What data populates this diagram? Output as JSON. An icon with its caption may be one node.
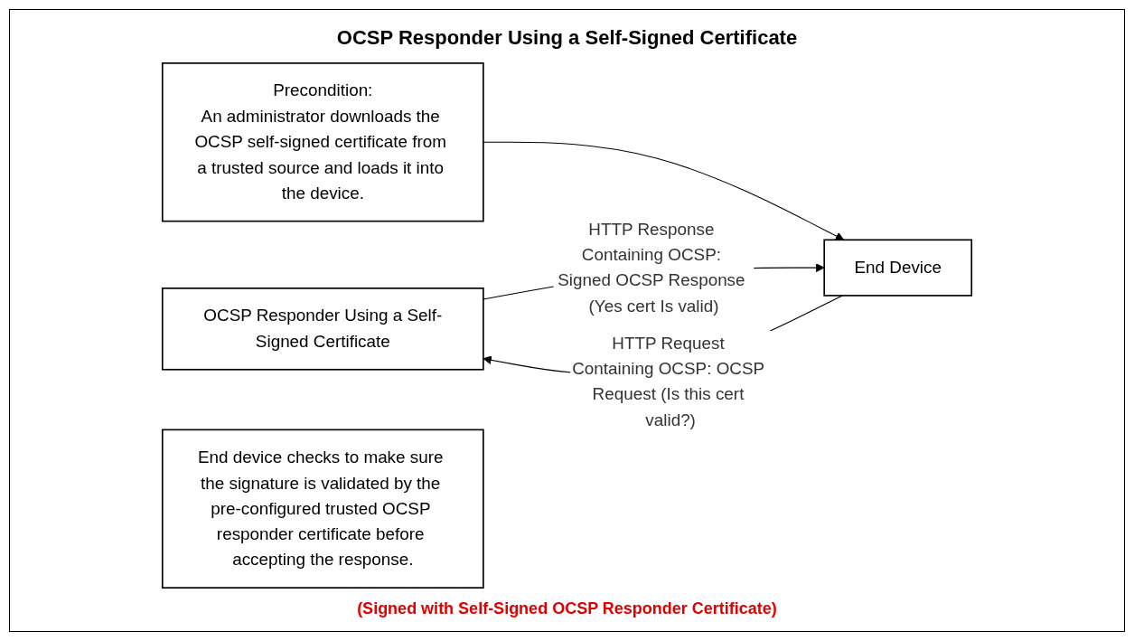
{
  "diagram": {
    "title": "OCSP Responder Using a Self-Signed Certificate",
    "nodes": [
      {
        "text": [
          "OCSP Responder Using a Self-Signed Certificate"
        ]
      },
      {
        "text": [
          "Precondition:",
          "An administrator downloads the OCSP self-signed certificate from a trusted source and loads it into the device."
        ]
      },
      {
        "text": [
          "End Device"
        ]
      },
      {
        "text": [
          "End device checks to make sure the signature is validated by the pre-configured trusted OCSP responder certificate before accepting the response."
        ]
      }
    ],
    "edges": [
      {
        "from": 1,
        "to": 2,
        "arrow": "to"
      },
      {
        "from": 2,
        "to": 0,
        "arrow": "to",
        "label": "HTTP Request Containing OCSP: OCSP Request (Is this cert valid?)"
      },
      {
        "from": 0,
        "to": 2,
        "arrow": "to",
        "label": "HTTP Response Containing OCSP: Signed OCSP Response (Yes cert Is valid)"
      }
    ],
    "labels": [
      "(Signed with Self-Signed OCSP Responder Certificate)"
    ]
  }
}
